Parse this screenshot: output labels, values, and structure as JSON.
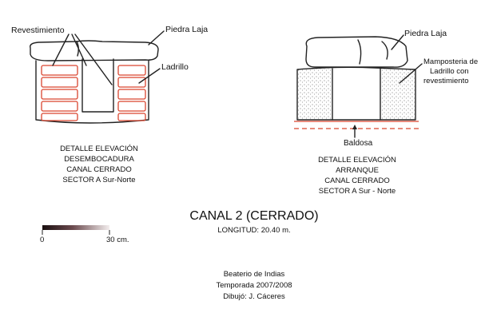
{
  "left_detail": {
    "label_revestimiento": "Revestimiento",
    "label_piedra_laja": "Piedra Laja",
    "label_ladrillo": "Ladrillo",
    "caption": [
      "DETALLE ELEVACIÓN",
      "DESEMBOCADURA",
      "CANAL CERRADO",
      "SECTOR A Sur-Norte"
    ]
  },
  "right_detail": {
    "label_piedra_laja": "Piedra Laja",
    "label_mamposteria": [
      "Mamposteria de",
      "Ladrillo con",
      "revestimiento"
    ],
    "label_baldosa": "Baldosa",
    "caption": [
      "DETALLE ELEVACIÓN",
      "ARRANQUE",
      "CANAL CERRADO",
      "SECTOR A Sur - Norte"
    ]
  },
  "title": "CANAL 2 (CERRADO)",
  "longitud": "LONGITUD: 20.40 m.",
  "scale_bar": {
    "start_label": "0",
    "end_label": "30 cm."
  },
  "credits": [
    "Beaterio de Indias",
    "Temporada 2007/2008",
    "Dibujó: J. Cáceres"
  ],
  "colors": {
    "ink": "#222222",
    "brick": "#d9452f",
    "baldosa": "#d9452f",
    "stipple": "#555555"
  }
}
